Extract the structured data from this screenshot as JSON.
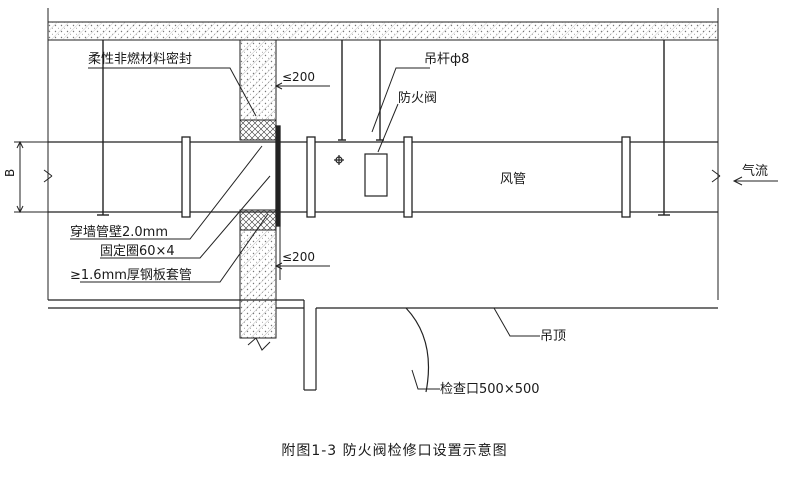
{
  "labels": {
    "sealing": "柔性非燃材料密封",
    "gap_top": "≤200",
    "hanger": "吊杆ф8",
    "damper": "防火阀",
    "duct": "风管",
    "airflow": "气流",
    "dim_b": "B",
    "sleeve_wall": "穿墙管壁2.0mm",
    "fix_ring": "固定圈60×4",
    "steel_sleeve": "≥1.6mm厚钢板套管",
    "gap_bottom": "≤200",
    "ceiling": "吊顶",
    "access": "检查口500×500"
  },
  "caption": "附图1-3   防火阀检修口设置示意图"
}
